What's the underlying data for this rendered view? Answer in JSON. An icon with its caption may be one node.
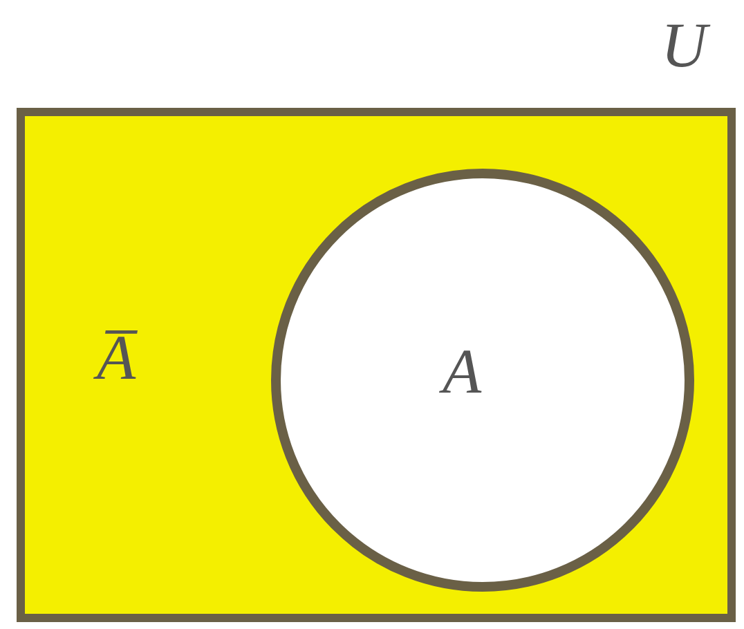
{
  "diagram": {
    "nodes": [
      {
        "text": [
          "U",
          "A̅"
        ]
      },
      {
        "text": [
          "A"
        ],
        "in": 0
      }
    ]
  }
}
